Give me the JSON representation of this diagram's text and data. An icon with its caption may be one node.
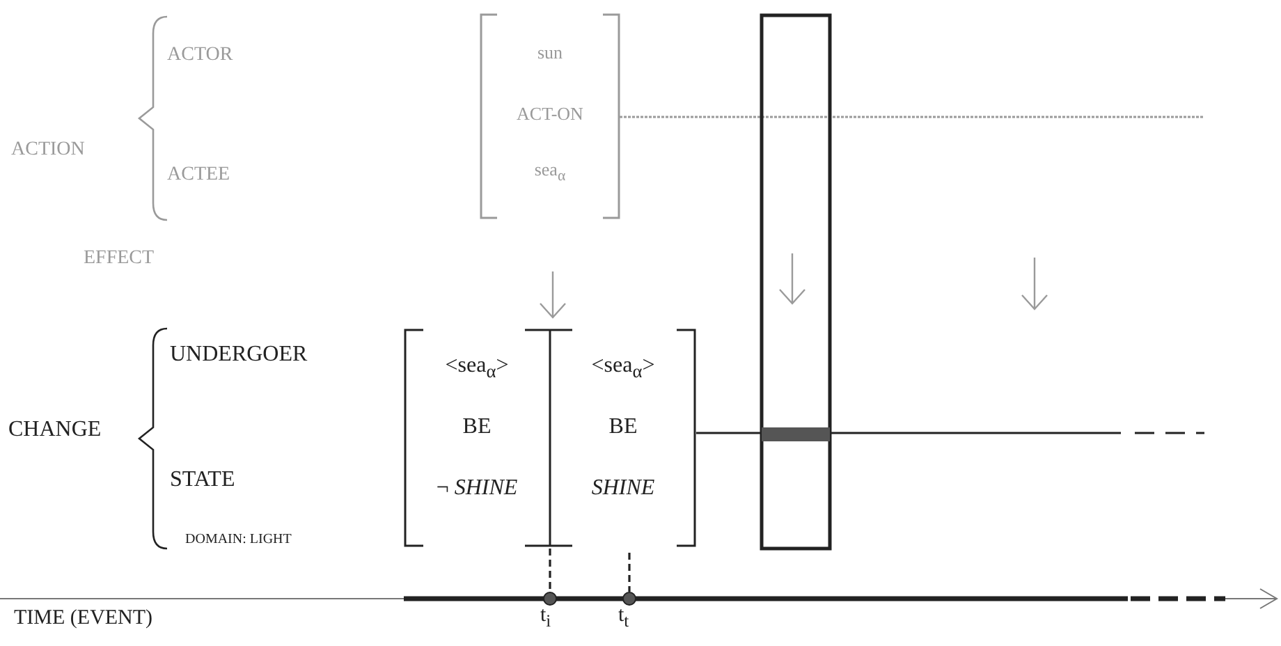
{
  "diagram": {
    "nodes": [
      {
        "text": [
          "sun",
          "ACT-ON",
          "sea$_{α}$"
        ]
      },
      {
        "text": [
          "<sea$_{α}$>",
          "BE",
          "¬ *SHINE*"
        ]
      },
      {
        "text": [
          "<sea$_{α}$>",
          "BE",
          "SHINE"
        ]
      },
      {
        "text": [],
        "shape": "box"
      }
    ],
    "edges": [
      {
        "from": 0,
        "to": null,
        "arrow": "none",
        "style": "dashed",
        "color": "#9a9a9a"
      },
      {
        "from": 2,
        "to": null,
        "arrow": "none",
        "color": "#222222"
      }
    ],
    "labels": [
      "ACTOR",
      "ACTION",
      "ACTEE",
      "EFFECT",
      "UNDERGOER",
      "CHANGE",
      "STATE",
      "DOMAIN: LIGHT",
      "TIME (EVENT)",
      "t$_{i}$",
      "t$_{t}$"
    ]
  }
}
